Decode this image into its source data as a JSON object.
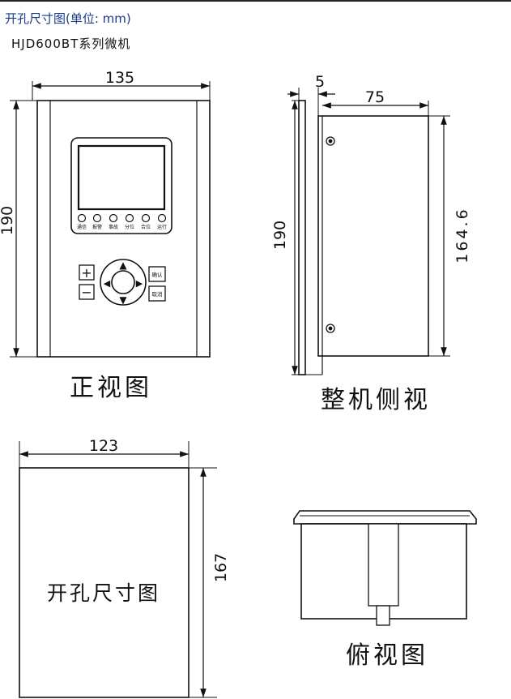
{
  "header": {
    "title": "开孔尺寸图(单位: mm)",
    "subtitle": "HJD600BT系列微机"
  },
  "front_view": {
    "caption": "正视图",
    "width_dim": "135",
    "height_dim": "190",
    "indicator_labels": [
      "通信",
      "报警",
      "事故",
      "分位",
      "合位",
      "运行"
    ],
    "plus_key": "+",
    "minus_key": "−",
    "confirm_key": "确认",
    "cancel_key": "取消",
    "up_arrow": "▲",
    "down_arrow": "▼",
    "left_arrow": "◀",
    "right_arrow": "▶"
  },
  "side_view": {
    "caption": "整机侧视",
    "flange_dim": "5",
    "depth_dim": "75",
    "height_dim": "190",
    "body_height_dim": "164.6"
  },
  "cutout_view": {
    "caption": "开孔尺寸图",
    "width_dim": "123",
    "height_dim": "167"
  },
  "top_view": {
    "caption": "俯视图"
  }
}
